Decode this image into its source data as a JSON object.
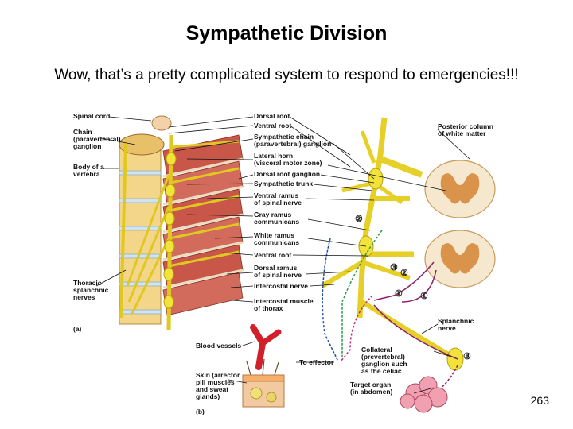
{
  "slide": {
    "title": "Sympathetic Division",
    "subtitle": "Wow, that’s a pretty complicated system to respond to emergencies!!!",
    "page_number": "263"
  },
  "figure": {
    "panel_a_label": "(a)",
    "panel_b_label": "(b)",
    "left_labels": {
      "spinal_cord": "Spinal cord",
      "chain_ganglion": "Chain\n(paravertebral)\nganglion",
      "body_of_vertebra": "Body of a\nvertebra",
      "thoracic_splanchnic": "Thoracic\nsplanchnic\nnerves"
    },
    "middle_labels": {
      "dorsal_root": "Dorsal root",
      "ventral_root": "Ventral root",
      "sympathetic_chain_ganglion": "Sympathetic chain\n(paravertebral) ganglion",
      "lateral_horn": "Lateral horn\n(visceral motor zone)",
      "dorsal_root_ganglion": "Dorsal root ganglion",
      "sympathetic_trunk": "Sympathetic trunk",
      "ventral_ramus": "Ventral ramus\nof spinal nerve",
      "gray_ramus": "Gray ramus\ncommunicans",
      "white_ramus": "White ramus\ncommunicans",
      "ventral_root_2": "Ventral root",
      "dorsal_ramus": "Dorsal ramus\nof spinal nerve",
      "intercostal_nerve": "Intercostal nerve",
      "intercostal_muscle": "Intercostal muscle\nof thorax"
    },
    "right_labels": {
      "posterior_column": "Posterior column\nof white matter",
      "splanchnic_nerve": "Splanchnic\nnerve",
      "collateral_ganglion": "Collateral\n(prevertebral)\nganglion such\nas the celiac",
      "target_organ": "Target organ\n(in abdomen)",
      "to_effector": "To effector"
    },
    "panel_b_labels": {
      "blood_vessels": "Blood vessels",
      "skin": "Skin (arrector\npili muscles\nand sweat\nglands)"
    },
    "pathway_numbers": [
      "①",
      "②",
      "③"
    ],
    "colors": {
      "nerve_yellow": "#f2e33a",
      "muscle_red": "#c8574a",
      "gray_matter": "#d9934a",
      "white_matter": "#f6e8cf",
      "vessel_red": "#d0202a",
      "pathway_purple": "#8a1f6a",
      "pathway_green": "#2f9a4a"
    }
  }
}
